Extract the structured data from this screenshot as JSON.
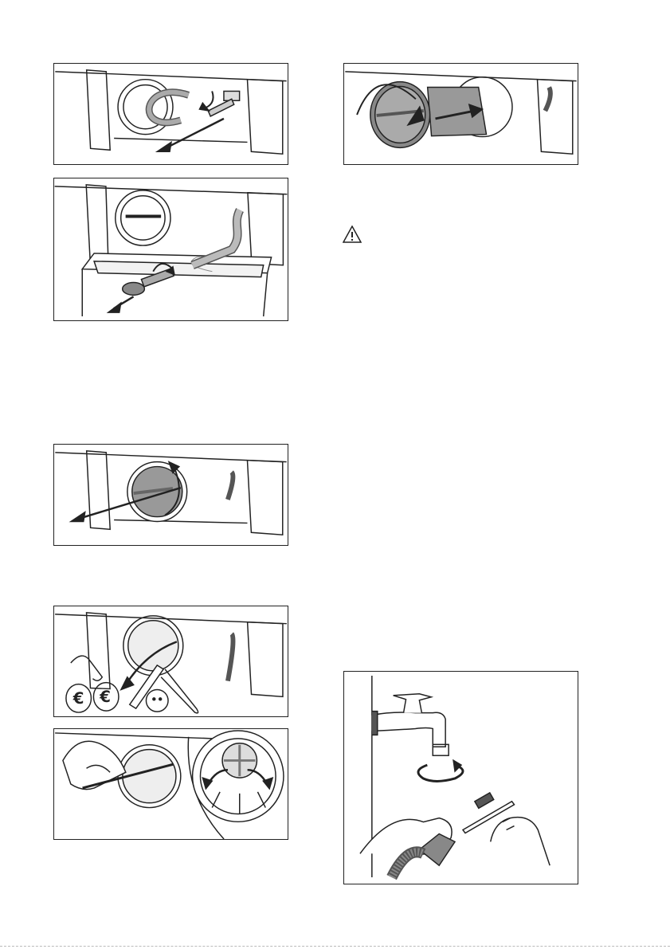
{
  "page": {
    "figures": [
      {
        "id": "fig-drain-hose-release",
        "icon": "hose-pull-out-illustration"
      },
      {
        "id": "fig-drain-into-container",
        "icon": "water-tray-illustration"
      },
      {
        "id": "fig-filter-unscrew",
        "icon": "filter-turn-illustration"
      },
      {
        "id": "fig-foreign-objects",
        "icon": "coins-clips-illustration"
      },
      {
        "id": "fig-impeller-check",
        "icon": "impeller-rotate-illustration"
      },
      {
        "id": "fig-filter-reinsert",
        "icon": "filter-refit-illustration"
      },
      {
        "id": "fig-inlet-hose-clean",
        "icon": "tap-brush-illustration"
      }
    ],
    "warning_icon": "warning-triangle-icon",
    "euro_symbol": "€"
  }
}
